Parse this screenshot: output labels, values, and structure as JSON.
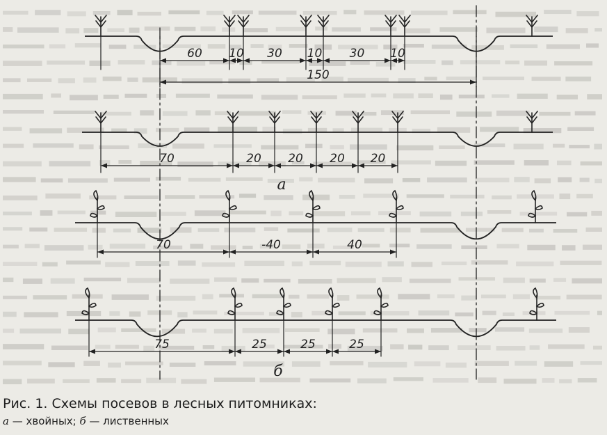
{
  "figure": {
    "diagrams": [
      {
        "key": "a1",
        "plant_kind": "conifer",
        "dimensions": [
          "60",
          "10",
          "30",
          "10",
          "30",
          "10"
        ],
        "total": "150"
      },
      {
        "key": "a2",
        "plant_kind": "conifer",
        "dimensions": [
          "70",
          "20",
          "20",
          "20",
          "20"
        ]
      },
      {
        "key": "b1",
        "plant_kind": "deciduous",
        "dimensions": [
          "70",
          "-40",
          "40"
        ]
      },
      {
        "key": "b2",
        "plant_kind": "deciduous",
        "dimensions": [
          "75",
          "25",
          "25",
          "25"
        ]
      }
    ],
    "group_labels": {
      "a": "а",
      "b": "б"
    },
    "caption": {
      "title": "Рис. 1. Схемы посевов в лесных питомниках:",
      "letter_a": "а",
      "text_a": " — хвойных; ",
      "letter_b": "б",
      "text_b": " — лиственных"
    },
    "colors": {
      "ink": "#222222",
      "paper": "#ecebe6",
      "bleed": "#8e8d88"
    }
  }
}
